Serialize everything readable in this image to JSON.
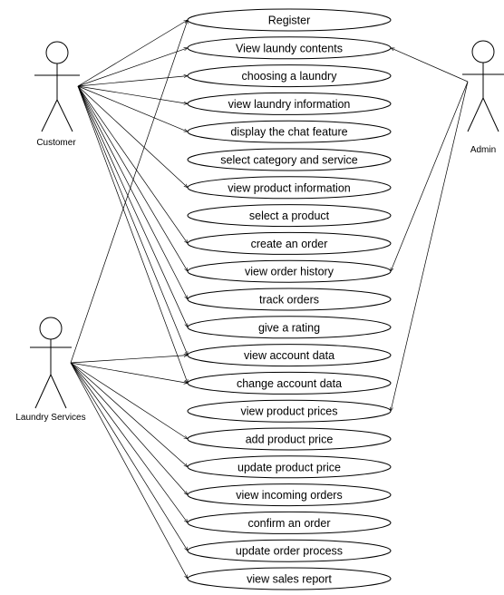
{
  "use_cases": [
    "Register",
    "View laundy contents",
    "choosing a laundry",
    "view laundry information",
    "display the chat feature",
    "select category and service",
    "view product information",
    "select a product",
    "create an order",
    "view order history",
    "track orders",
    "give a rating",
    "view account data",
    "change account data",
    "view product prices",
    "add product price",
    "update product price",
    "view incoming orders",
    "confirm an order",
    "update order process",
    "view sales report"
  ],
  "actors": {
    "customer": "Customer",
    "admin": "Admin",
    "laundry": "Laundry Services"
  },
  "associations": {
    "customer": [
      0,
      1,
      2,
      3,
      4,
      6,
      8,
      9,
      10,
      11,
      12,
      13
    ],
    "admin": [
      1,
      9,
      14
    ],
    "laundry": [
      0,
      12,
      13,
      15,
      16,
      17,
      18,
      19,
      20
    ]
  }
}
